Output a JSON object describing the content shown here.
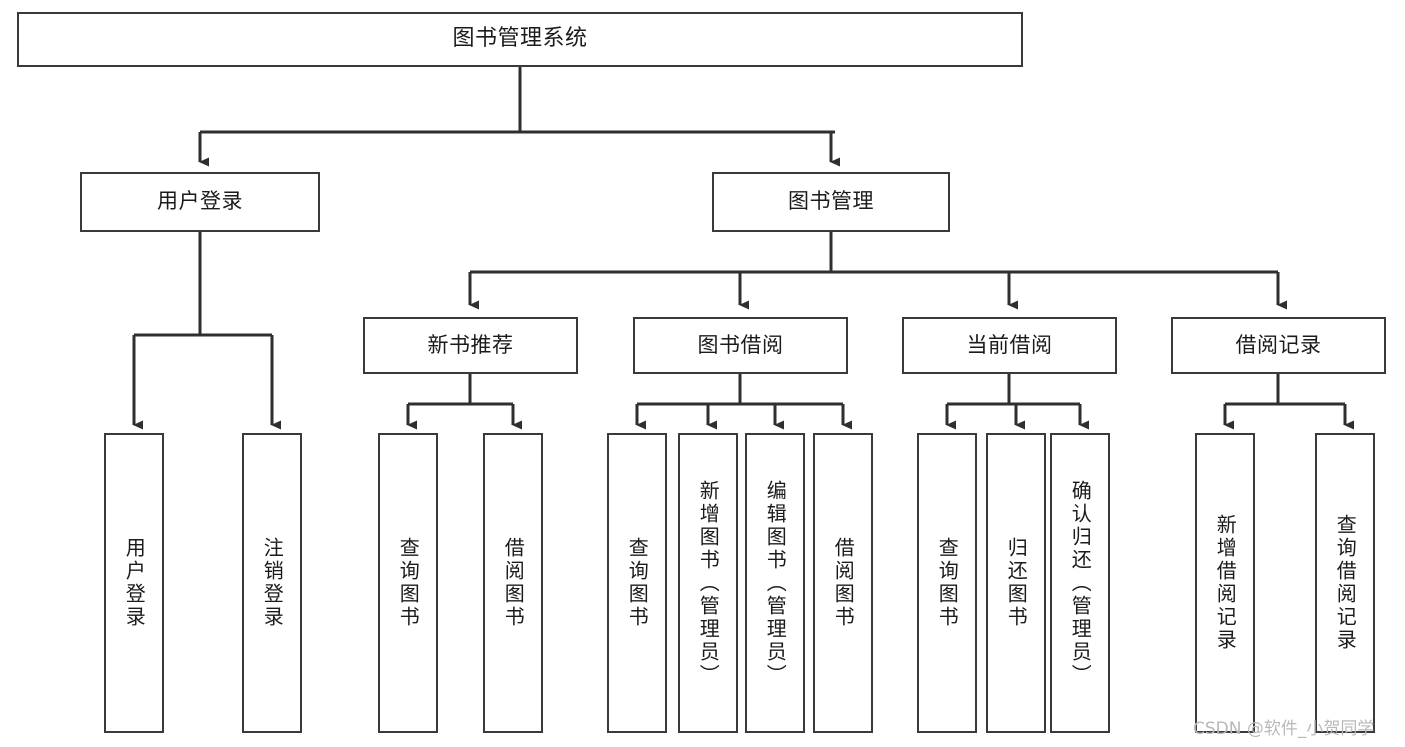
{
  "diagram": {
    "title": "图书管理系统",
    "type": "hierarchy-tree",
    "nodes": {
      "root": {
        "label": "图书管理系统",
        "level": 1,
        "orientation": "horizontal"
      },
      "user_login": {
        "label": "用户登录",
        "level": 2,
        "orientation": "horizontal"
      },
      "book_manage": {
        "label": "图书管理",
        "level": 2,
        "orientation": "horizontal"
      },
      "new_book_rec": {
        "label": "新书推荐",
        "level": 3,
        "orientation": "horizontal"
      },
      "book_borrow": {
        "label": "图书借阅",
        "level": 3,
        "orientation": "horizontal"
      },
      "current_borrow": {
        "label": "当前借阅",
        "level": 3,
        "orientation": "horizontal"
      },
      "borrow_record": {
        "label": "借阅记录",
        "level": 3,
        "orientation": "horizontal"
      },
      "leaf_user_login": {
        "label": "用户登录",
        "level": 4,
        "orientation": "vertical"
      },
      "leaf_logout": {
        "label": "注销登录",
        "level": 4,
        "orientation": "vertical"
      },
      "leaf_query_book_1": {
        "label": "查询图书",
        "level": 4,
        "orientation": "vertical"
      },
      "leaf_borrow_book_1": {
        "label": "借阅图书",
        "level": 4,
        "orientation": "vertical"
      },
      "leaf_query_book_2": {
        "label": "查询图书",
        "level": 4,
        "orientation": "vertical"
      },
      "leaf_add_book": {
        "label": "新增图书（管理员）",
        "level": 4,
        "orientation": "vertical"
      },
      "leaf_edit_book": {
        "label": "编辑图书（管理员）",
        "level": 4,
        "orientation": "vertical"
      },
      "leaf_borrow_book_2": {
        "label": "借阅图书",
        "level": 4,
        "orientation": "vertical"
      },
      "leaf_query_book_3": {
        "label": "查询图书",
        "level": 4,
        "orientation": "vertical"
      },
      "leaf_return_book": {
        "label": "归还图书",
        "level": 4,
        "orientation": "vertical"
      },
      "leaf_confirm_return": {
        "label": "确认归还（管理员）",
        "level": 4,
        "orientation": "vertical"
      },
      "leaf_add_record": {
        "label": "新增借阅记录",
        "level": 4,
        "orientation": "vertical"
      },
      "leaf_query_record": {
        "label": "查询借阅记录",
        "level": 4,
        "orientation": "vertical"
      }
    },
    "edges": [
      {
        "from": "root",
        "to": "user_login"
      },
      {
        "from": "root",
        "to": "book_manage"
      },
      {
        "from": "user_login",
        "to": "leaf_user_login"
      },
      {
        "from": "user_login",
        "to": "leaf_logout"
      },
      {
        "from": "book_manage",
        "to": "new_book_rec"
      },
      {
        "from": "book_manage",
        "to": "book_borrow"
      },
      {
        "from": "book_manage",
        "to": "current_borrow"
      },
      {
        "from": "book_manage",
        "to": "borrow_record"
      },
      {
        "from": "new_book_rec",
        "to": "leaf_query_book_1"
      },
      {
        "from": "new_book_rec",
        "to": "leaf_borrow_book_1"
      },
      {
        "from": "book_borrow",
        "to": "leaf_query_book_2"
      },
      {
        "from": "book_borrow",
        "to": "leaf_add_book"
      },
      {
        "from": "book_borrow",
        "to": "leaf_edit_book"
      },
      {
        "from": "book_borrow",
        "to": "leaf_borrow_book_2"
      },
      {
        "from": "current_borrow",
        "to": "leaf_query_book_3"
      },
      {
        "from": "current_borrow",
        "to": "leaf_return_book"
      },
      {
        "from": "current_borrow",
        "to": "leaf_confirm_return"
      },
      {
        "from": "borrow_record",
        "to": "leaf_add_record"
      },
      {
        "from": "borrow_record",
        "to": "leaf_query_record"
      }
    ],
    "colors": {
      "box_border": "#3a3a3a",
      "box_fill": "#ffffff",
      "edge": "#2f2f2f",
      "text": "#1b1b1b",
      "watermark": "#b9b9b9"
    }
  },
  "watermark": {
    "text": "CSDN @软件_小贺同学"
  }
}
